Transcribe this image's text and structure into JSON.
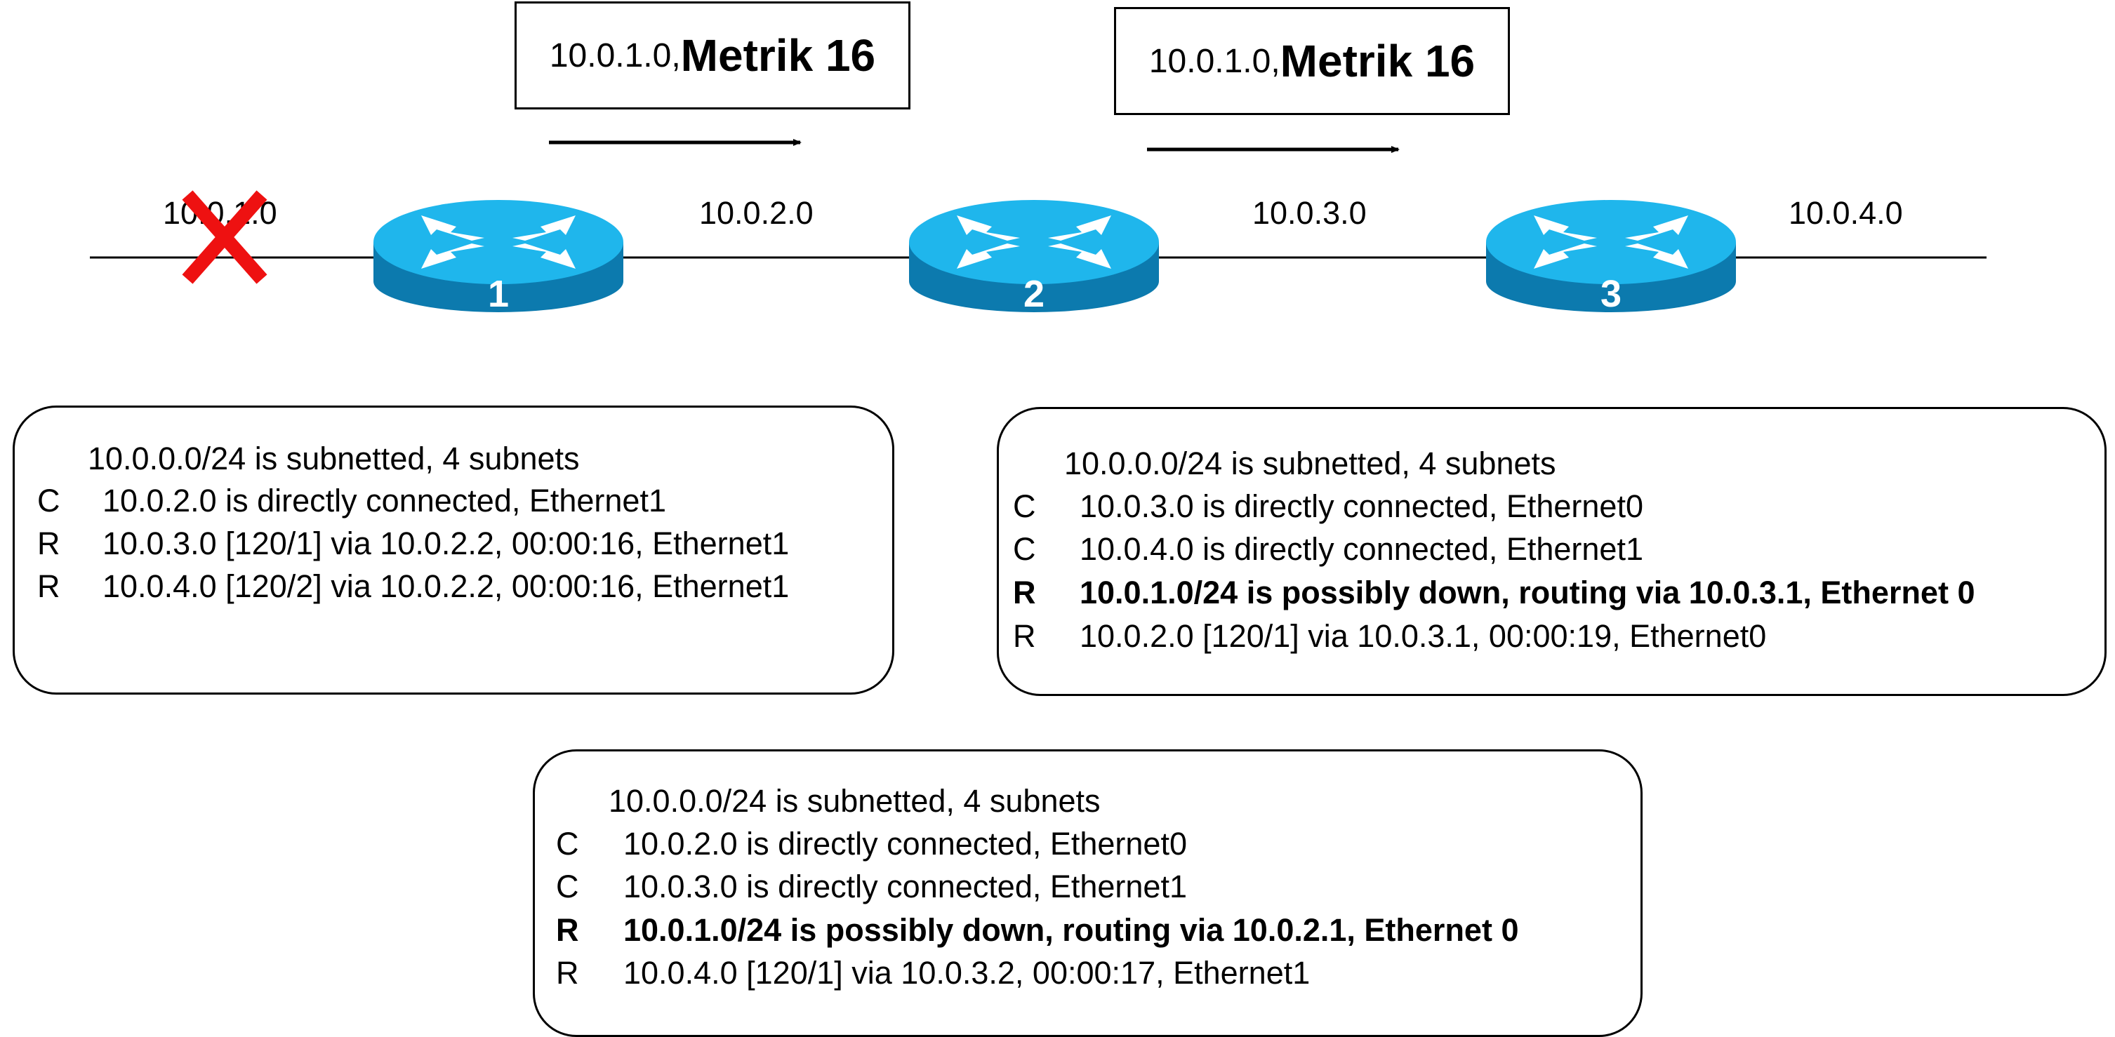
{
  "updates": [
    {
      "network": "10.0.1.0, ",
      "metric": "Metrik 16"
    },
    {
      "network": "10.0.1.0, ",
      "metric": "Metrik 16"
    }
  ],
  "networks": [
    "10.0.1.0",
    "10.0.2.0",
    "10.0.3.0",
    "10.0.4.0"
  ],
  "routers": [
    "1",
    "2",
    "3"
  ],
  "colors": {
    "router_top": "#1fb6ec",
    "router_side": "#0c7aae",
    "link_down": "#ee1111"
  },
  "tables": [
    {
      "header": "10.0.0.0/24 is subnetted, 4 subnets",
      "rows": [
        {
          "code": "C",
          "text": "10.0.2.0 is directly connected, Ethernet1"
        },
        {
          "code": "R",
          "text": "10.0.3.0 [120/1] via 10.0.2.2, 00:00:16, Ethernet1"
        },
        {
          "code": "R",
          "text": "10.0.4.0 [120/2] via 10.0.2.2, 00:00:16, Ethernet1"
        }
      ]
    },
    {
      "header": "10.0.0.0/24 is subnetted, 4 subnets",
      "rows": [
        {
          "code": "C",
          "text": "10.0.3.0 is directly connected, Ethernet0"
        },
        {
          "code": "C",
          "text": "10.0.4.0 is directly connected, Ethernet1"
        },
        {
          "code": "R",
          "text": "10.0.1.0/24 is possibly down, routing via 10.0.3.1, Ethernet 0",
          "bold": true
        },
        {
          "code": "R",
          "text": "10.0.2.0 [120/1] via 10.0.3.1, 00:00:19, Ethernet0"
        }
      ]
    },
    {
      "header": "10.0.0.0/24 is subnetted, 4 subnets",
      "rows": [
        {
          "code": "C",
          "text": "10.0.2.0 is directly connected, Ethernet0"
        },
        {
          "code": "C",
          "text": "10.0.3.0 is directly connected, Ethernet1"
        },
        {
          "code": "R",
          "text": "10.0.1.0/24 is possibly down, routing via 10.0.2.1, Ethernet 0",
          "bold": true
        },
        {
          "code": "R",
          "text": "10.0.4.0 [120/1] via 10.0.3.2, 00:00:17, Ethernet1"
        }
      ]
    }
  ]
}
